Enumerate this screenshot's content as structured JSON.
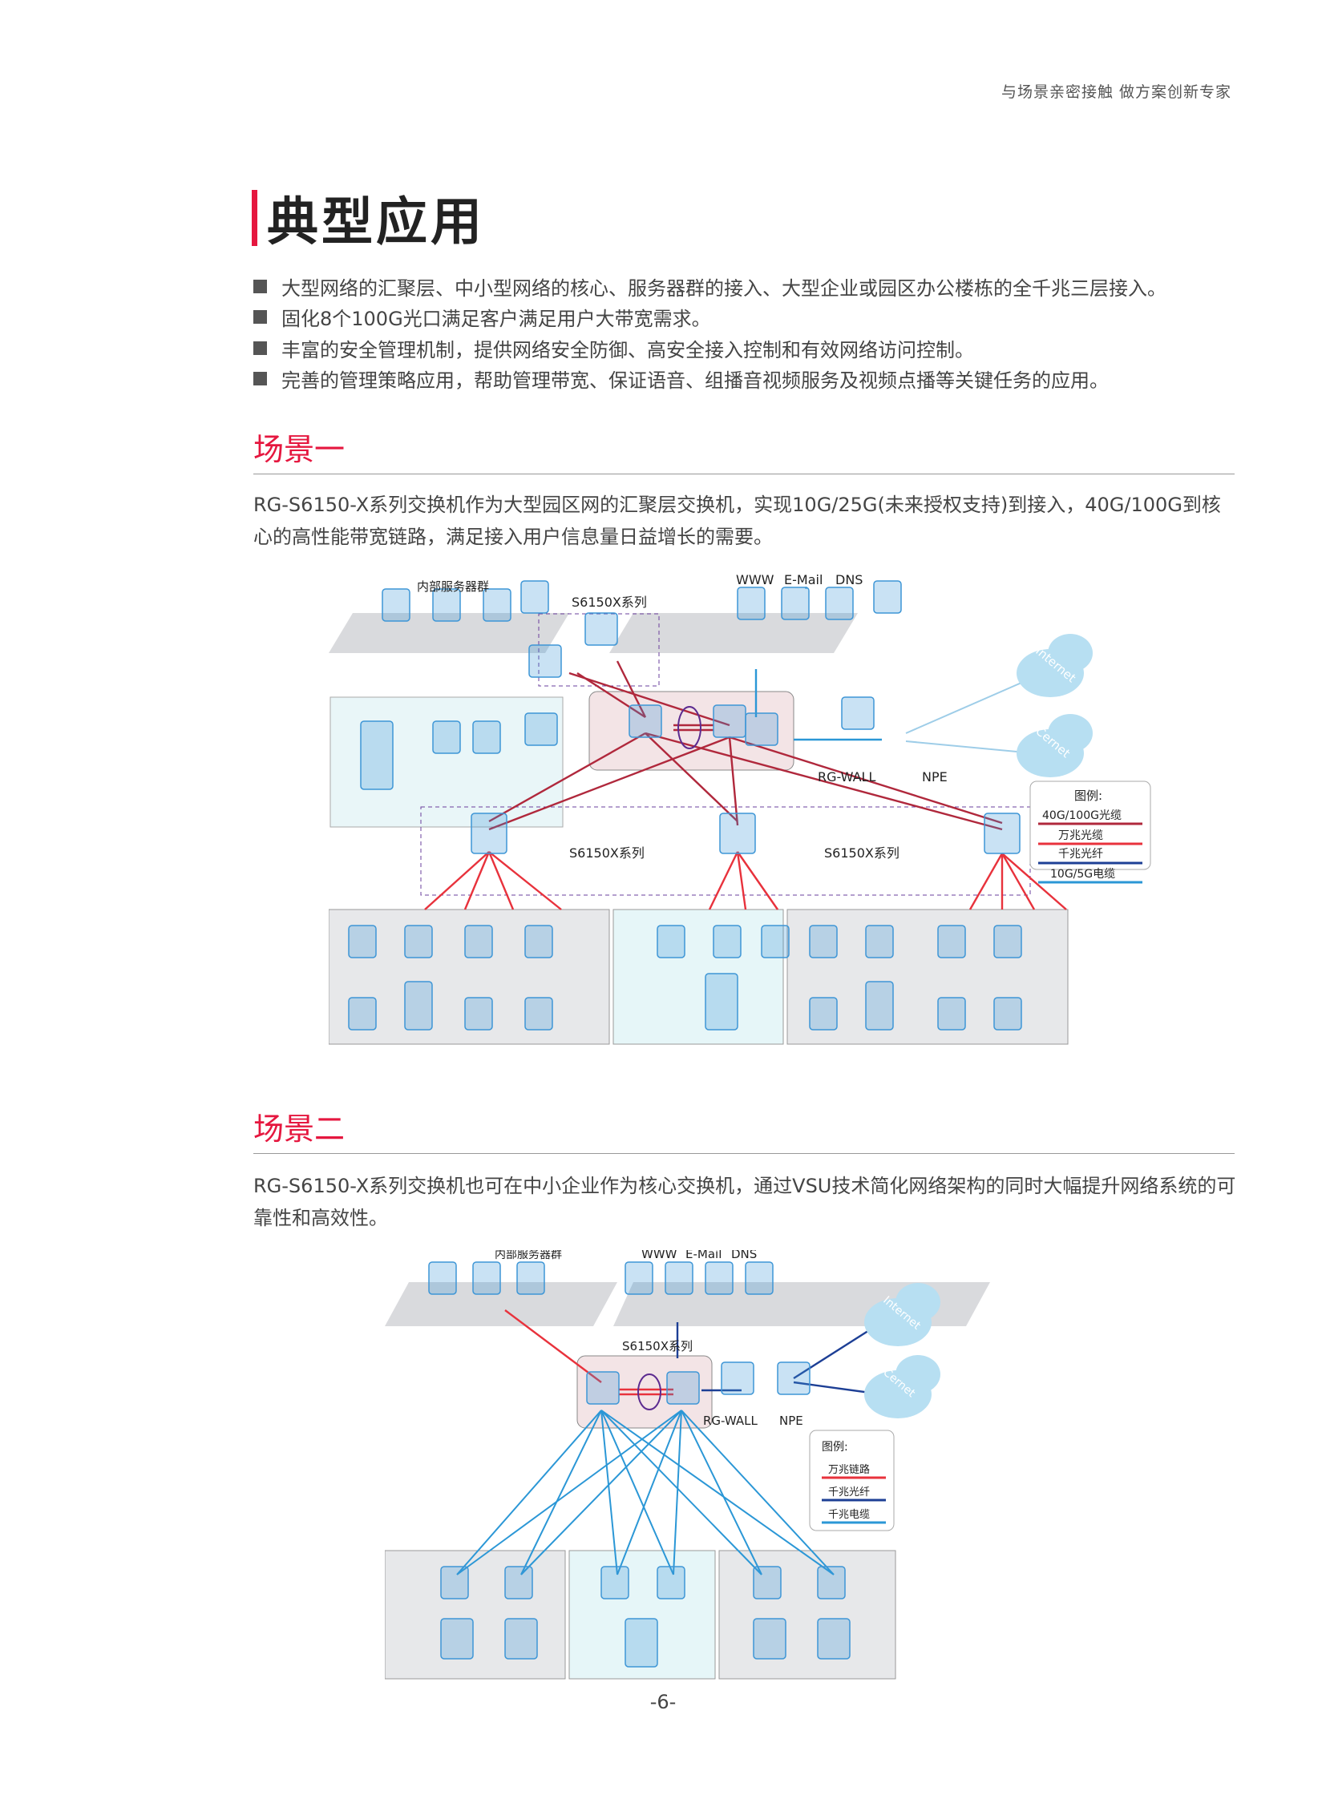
{
  "header": {
    "tagline": "与场景亲密接触 做方案创新专家"
  },
  "title": "典型应用",
  "bullets": [
    "大型网络的汇聚层、中小型网络的核心、服务器群的接入、大型企业或园区办公楼栋的全千兆三层接入。",
    "固化8个100G光口满足客户满足用户大带宽需求。",
    "丰富的安全管理机制，提供网络安全防御、高安全接入控制和有效网络访问控制。",
    "完善的管理策略应用，帮助管理带宽、保证语音、组播音视频服务及视频点播等关键任务的应用。"
  ],
  "scene1": {
    "title": "场景一",
    "desc": "RG-S6150-X系列交换机作为大型园区网的汇聚层交换机，实现10G/25G(未来授权支持)到接入，40G/100G到核心的高性能带宽链路，满足接入用户信息量日益增长的需要。",
    "diagram": {
      "server_cluster": "内部服务器群",
      "series_top": "S6150X系列",
      "www": "WWW",
      "email": "E-Mail",
      "dns": "DNS",
      "rgwall": "RG-WALL",
      "npe": "NPE",
      "internet": "Internet",
      "cernet": "Cernet",
      "series_left": "S6150X系列",
      "series_right": "S6150X系列",
      "legend": {
        "title": "图例:",
        "items": [
          {
            "label": "40G/100G光缆",
            "color": "#b0283c"
          },
          {
            "label": "万兆光缆",
            "color": "#e8323c"
          },
          {
            "label": "千兆光纤",
            "color": "#1d3f95"
          },
          {
            "label": "10G/5G电缆",
            "color": "#2b97d6"
          }
        ]
      }
    }
  },
  "scene2": {
    "title": "场景二",
    "desc": "RG-S6150-X系列交换机也可在中小企业作为核心交换机，通过VSU技术简化网络架构的同时大幅提升网络系统的可靠性和高效性。",
    "diagram": {
      "server_cluster": "内部服务器群",
      "www": "WWW",
      "email": "E-Mail",
      "dns": "DNS",
      "series": "S6150X系列",
      "rgwall": "RG-WALL",
      "npe": "NPE",
      "internet": "Internet",
      "cernet": "Cernet",
      "legend": {
        "title": "图例:",
        "items": [
          {
            "label": "万兆链路",
            "color": "#e8323c"
          },
          {
            "label": "千兆光纤",
            "color": "#1d3f95"
          },
          {
            "label": "千兆电缆",
            "color": "#2b97d6"
          }
        ]
      }
    }
  },
  "footer": {
    "page_number": "-6-"
  }
}
